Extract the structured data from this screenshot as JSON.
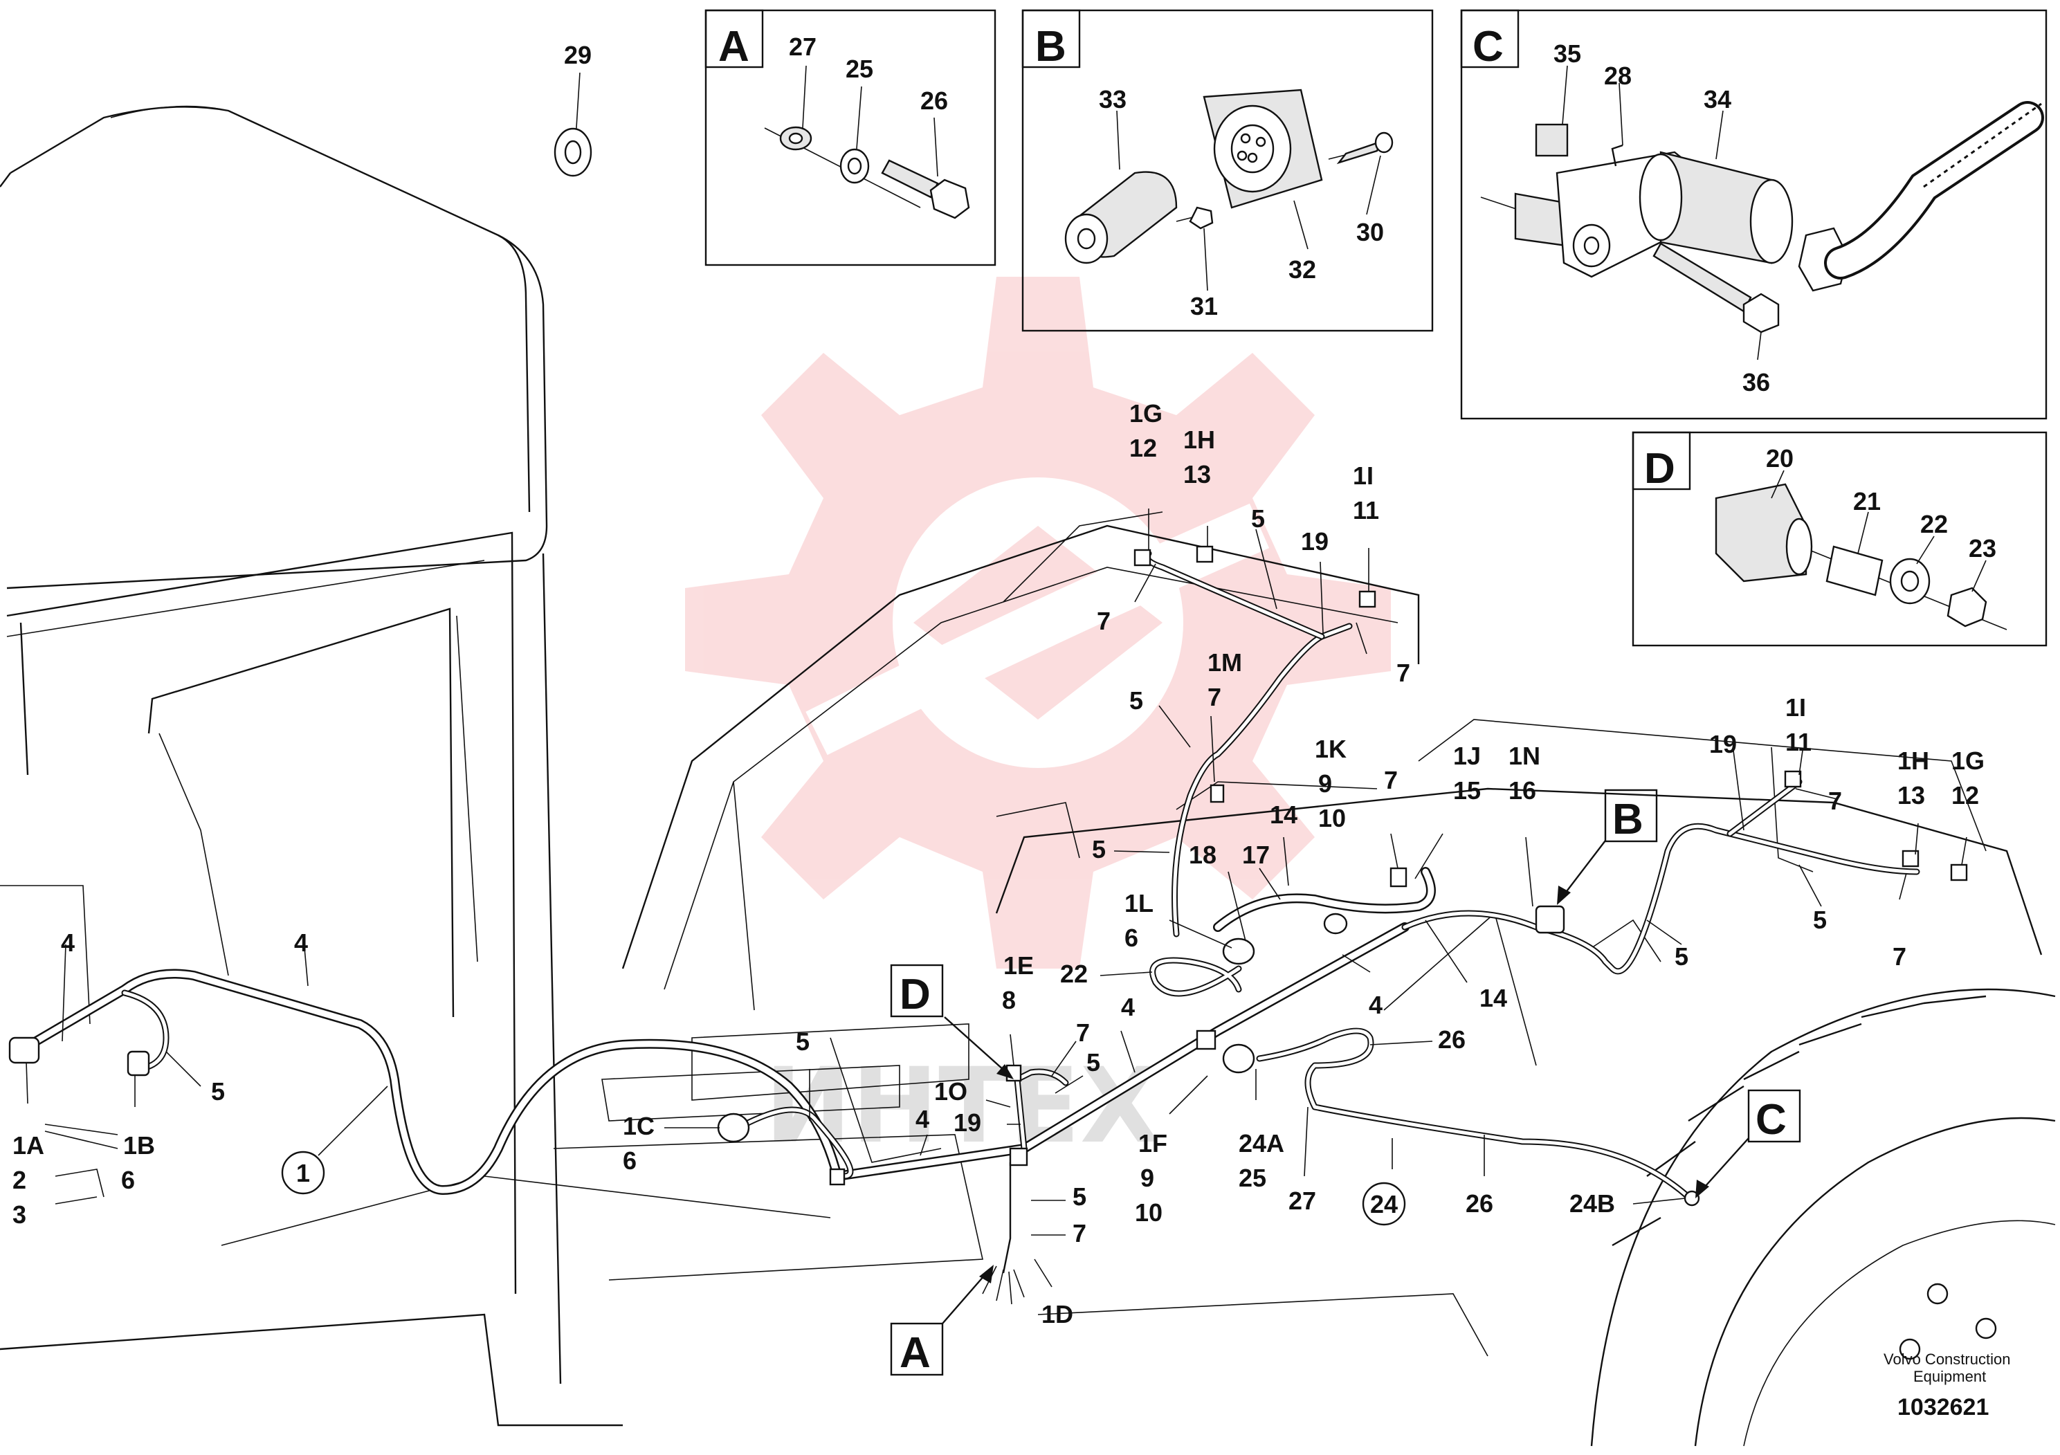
{
  "document_number": "1032621",
  "credit": [
    "Volvo Construction",
    "Equipment"
  ],
  "watermark_text": "ИНТЕХ",
  "colors": {
    "line": "#111111",
    "watermark_logo": "#e8343a"
  },
  "detail_views": {
    "A": {
      "letter": "A",
      "labels": [
        "27",
        "25",
        "26"
      ]
    },
    "B": {
      "letter": "B",
      "labels": [
        "33",
        "31",
        "32",
        "30"
      ]
    },
    "C": {
      "letter": "C",
      "labels": [
        "35",
        "28",
        "34",
        "36"
      ]
    },
    "D": {
      "letter": "D",
      "labels": [
        "20",
        "21",
        "22",
        "23"
      ]
    }
  },
  "view_markers": [
    "D",
    "B",
    "C",
    "A"
  ],
  "callouts": [
    "29",
    "1G",
    "12",
    "1H",
    "13",
    "5",
    "19",
    "1I",
    "11",
    "7",
    "7",
    "1M",
    "7",
    "5",
    "1K",
    "9",
    "10",
    "7",
    "1J",
    "15",
    "1N",
    "16",
    "5",
    "14",
    "18",
    "17",
    "1L",
    "6",
    "22",
    "4",
    "14",
    "1E",
    "8",
    "7",
    "5",
    "1O",
    "19",
    "4",
    "5",
    "5",
    "26",
    "1F",
    "9",
    "10",
    "24A",
    "25",
    "27",
    "26",
    "24B",
    "4",
    "4",
    "5",
    "1A",
    "2",
    "3",
    "1B",
    "6",
    "1C",
    "6",
    "4",
    "5",
    "7",
    "1D",
    "19",
    "1I",
    "11",
    "7",
    "1H",
    "13",
    "1G",
    "12",
    "5",
    "7",
    "5"
  ],
  "circled_callouts": [
    "1",
    "24"
  ]
}
